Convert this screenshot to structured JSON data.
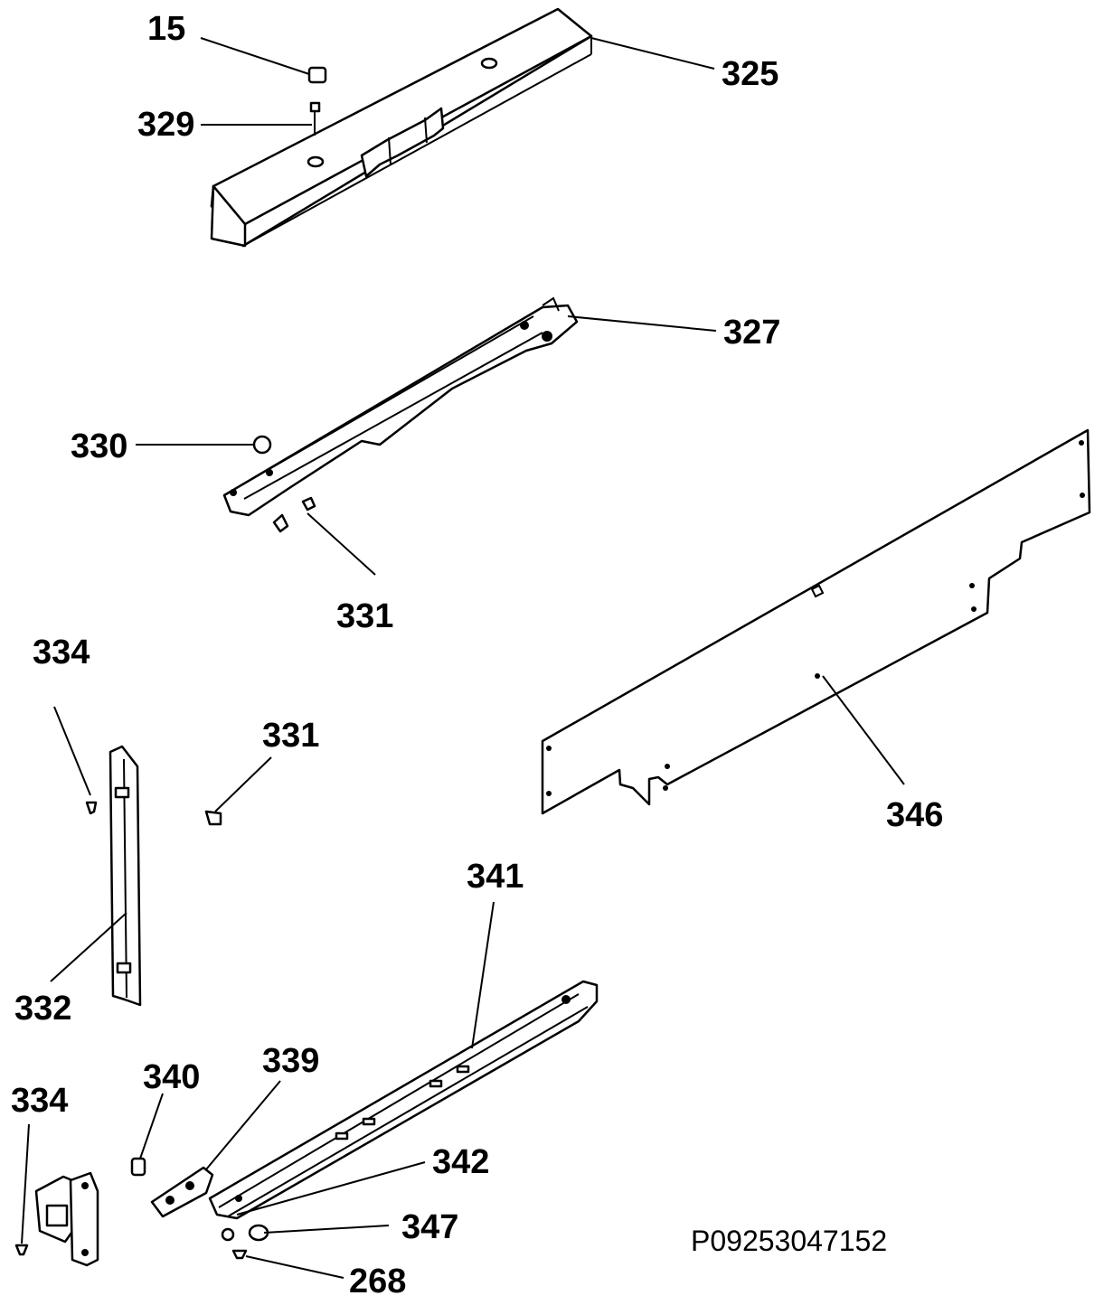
{
  "drawing_code": "P09253047152",
  "labels": {
    "p15": "15",
    "p325": "325",
    "p329": "329",
    "p327": "327",
    "p330": "330",
    "p331a": "331",
    "p331b": "331",
    "p334a": "334",
    "p334b": "334",
    "p346": "346",
    "p341": "341",
    "p332": "332",
    "p340": "340",
    "p339": "339",
    "p342": "342",
    "p347": "347",
    "p268": "268"
  }
}
